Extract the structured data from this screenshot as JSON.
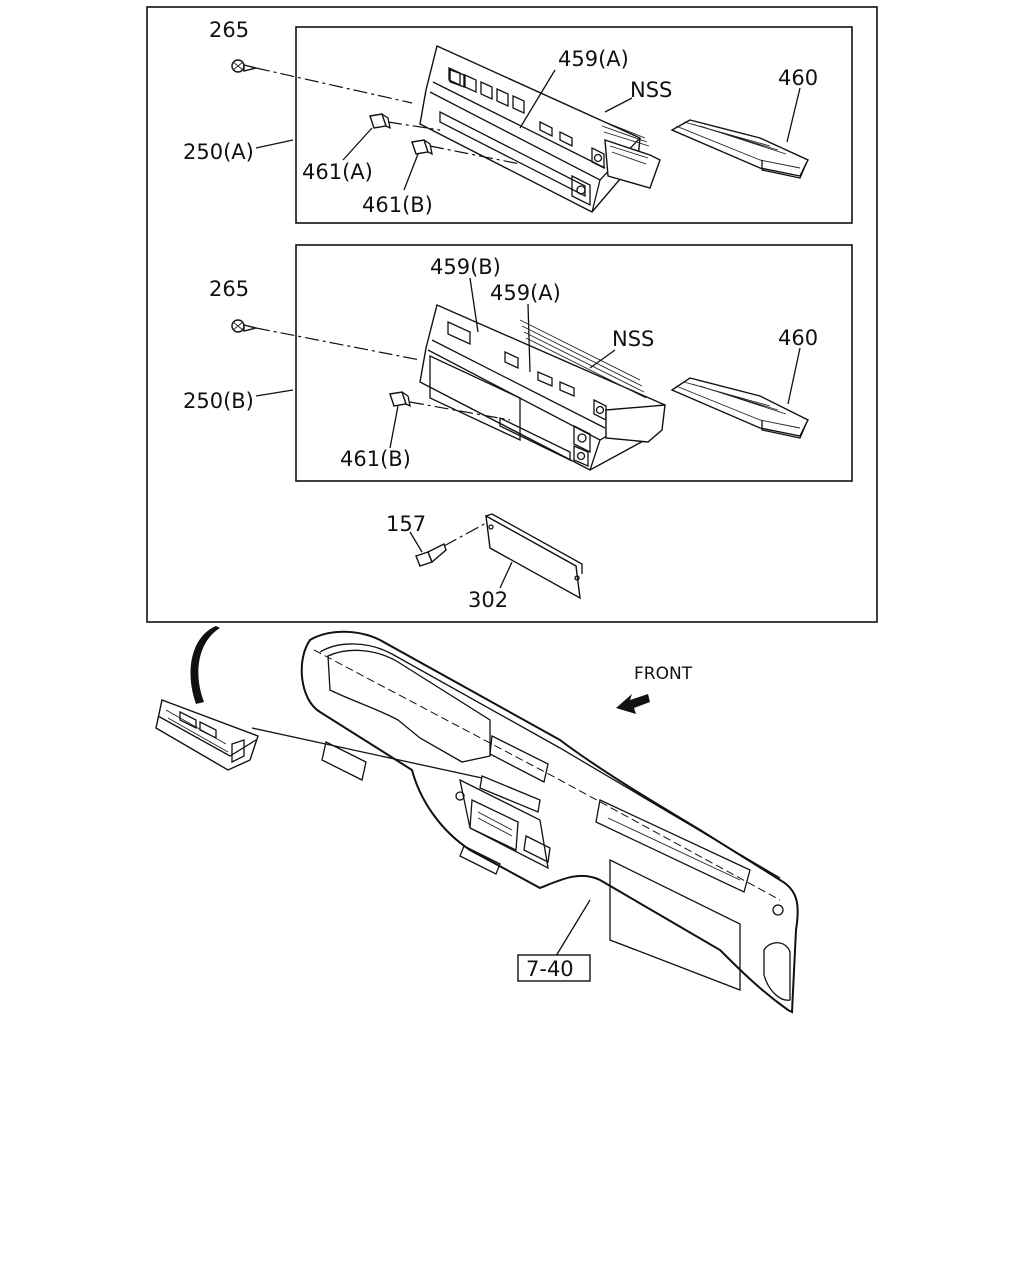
{
  "labels": {
    "top": {
      "screw": "265",
      "assembly": "250(A)",
      "panel": "459(A)",
      "nss": "NSS",
      "module": "460",
      "knob_a": "461(A)",
      "knob_b": "461(B)"
    },
    "mid": {
      "screw": "265",
      "assembly": "250(B)",
      "panel_b": "459(B)",
      "panel_a": "459(A)",
      "nss": "NSS",
      "module": "460",
      "knob_b": "461(B)"
    },
    "bottom": {
      "screw": "157",
      "bracket": "302"
    },
    "dash": {
      "front": "FRONT",
      "ref": "7-40"
    }
  }
}
